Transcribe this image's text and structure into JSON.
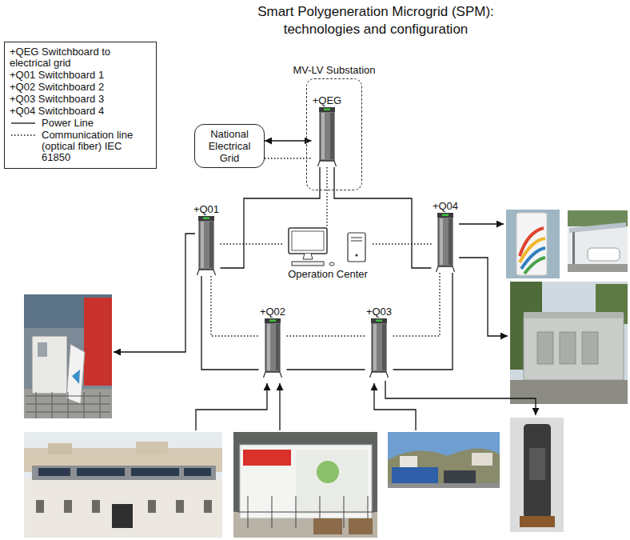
{
  "diagram": {
    "title": "Smart Polygeneration Microgrid (SPM): technologies and configuration",
    "nodes": [
      {
        "text": [
          "MV-LV Substation"
        ]
      },
      {
        "text": [
          "National Electrical Grid"
        ]
      },
      {
        "text": [
          "+QEG"
        ],
        "in": 0
      },
      {
        "text": [
          "+Q01"
        ]
      },
      {
        "text": [
          "+Q04"
        ]
      },
      {
        "text": [
          "Operation Center"
        ]
      },
      {
        "text": [
          "+Q02"
        ]
      },
      {
        "text": [
          "+Q03"
        ]
      }
    ],
    "edges": [
      {
        "from": 1,
        "to": 2,
        "arrow": "both"
      },
      {
        "from": 1,
        "to": 2,
        "arrow": "none"
      },
      {
        "from": 2,
        "to": 3,
        "arrow": "none"
      },
      {
        "from": 2,
        "to": 4,
        "arrow": "none"
      },
      {
        "from": 2,
        "to": 5,
        "arrow": "none"
      },
      {
        "from": 3,
        "to": 5,
        "arrow": "none"
      },
      {
        "from": 5,
        "to": 4,
        "arrow": "none"
      },
      {
        "from": 3,
        "to": 6,
        "arrow": "none"
      },
      {
        "from": 6,
        "to": 7,
        "arrow": "none"
      },
      {
        "from": 7,
        "to": 4,
        "arrow": "none"
      },
      {
        "from": 3,
        "to": 6,
        "arrow": "none"
      },
      {
        "from": 6,
        "to": 7,
        "arrow": "none"
      },
      {
        "from": 7,
        "to": 4,
        "arrow": "none"
      }
    ],
    "legend": [
      {
        "text": "+QEG Switchboard to electrical grid"
      },
      {
        "text": "+Q01 Switchboard 1"
      },
      {
        "text": "+Q02 Switchboard 2"
      },
      {
        "text": "+Q03 Switchboard 3"
      },
      {
        "text": "+Q04 Switchboard 4"
      },
      {
        "text": "Power Line"
      },
      {
        "text": "Communication line (optical fiber) IEC 61850"
      }
    ]
  }
}
